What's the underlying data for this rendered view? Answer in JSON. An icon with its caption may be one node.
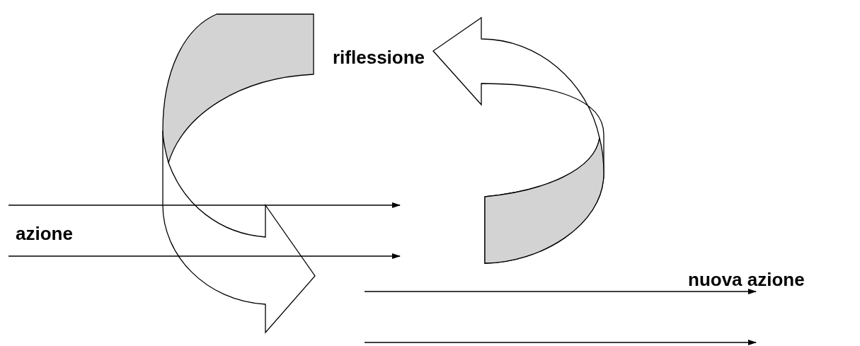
{
  "diagram": {
    "labels": [
      "riflessione",
      "azione",
      "nuova azione"
    ]
  }
}
